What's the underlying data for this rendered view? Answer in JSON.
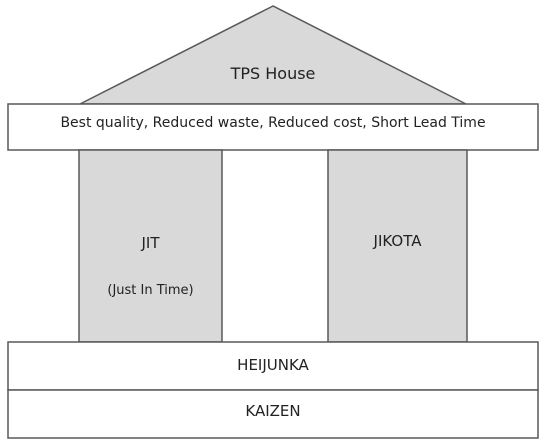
{
  "roof": {
    "title": "TPS House"
  },
  "beam": {
    "text": "Best quality, Reduced waste, Reduced cost, Short Lead Time"
  },
  "pillars": [
    {
      "title": "JIT",
      "subtitle": "(Just In Time)"
    },
    {
      "title": "JIKOTA",
      "subtitle": ""
    }
  ],
  "foundation": [
    {
      "label": "HEIJUNKA"
    },
    {
      "label": "KAIZEN"
    }
  ],
  "colors": {
    "pillar_fill": "#d9d9d9",
    "outline": "#595959",
    "background": "#ffffff"
  }
}
